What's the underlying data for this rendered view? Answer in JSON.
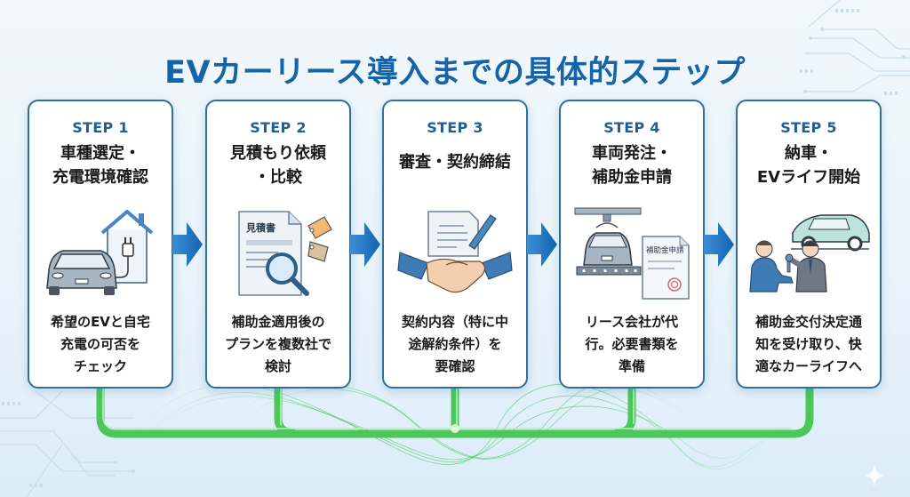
{
  "title": "EVカーリース導入までの具体的ステップ",
  "colors": {
    "title": "#1663a8",
    "step_label": "#1f5f93",
    "card_border": "#2f6f9c",
    "arrow": "#1e78c8",
    "connector": "#4cc75a"
  },
  "steps": [
    {
      "label": "STEP 1",
      "heading": "車種選定・\n充電環境確認",
      "icon": "car-home-charger-icon",
      "description": "希望のEVと自宅\n充電の可否を\nチェック"
    },
    {
      "label": "STEP 2",
      "heading": "見積もり依頼\n・比較",
      "icon": "quote-magnifier-tags-icon",
      "icon_text": "見積書",
      "description": "補助金適用後の\nプランを複数社で\n検討"
    },
    {
      "label": "STEP 3",
      "heading": "審査・契約締結",
      "icon": "handshake-contract-icon",
      "description": "契約内容（特に中\n途解約条件）を\n要確認"
    },
    {
      "label": "STEP 4",
      "heading": "車両発注・\n補助金申請",
      "icon": "car-factory-application-icon",
      "icon_text": "補助金申請",
      "description": "リース会社が代\n行。必要書類を\n準備"
    },
    {
      "label": "STEP 5",
      "heading": "納車・\nEVライフ開始",
      "icon": "car-delivery-key-handover-icon",
      "description": "補助金交付決定通\n知を受け取り、快\n適なカーライフへ"
    }
  ],
  "arrows": [
    "arrow-right-icon",
    "arrow-right-icon",
    "arrow-right-icon",
    "arrow-right-icon"
  ]
}
